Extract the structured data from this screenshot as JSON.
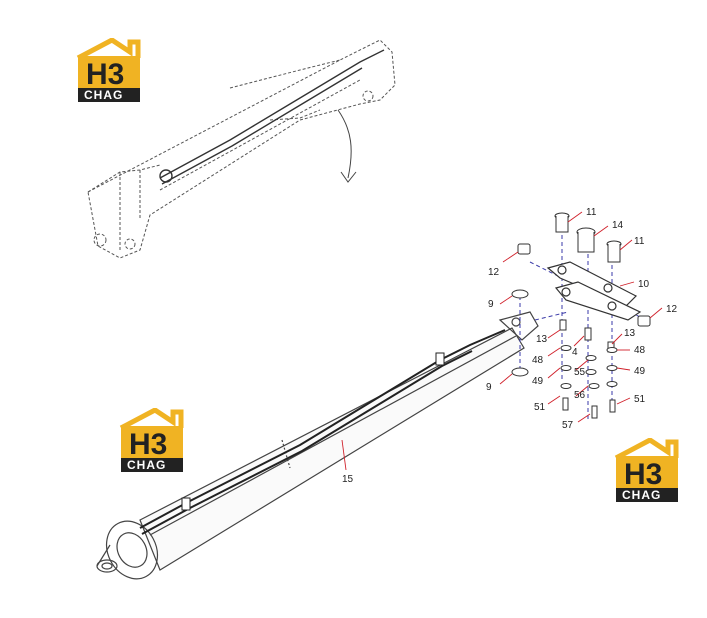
{
  "logo": {
    "monogram": "H3",
    "wordmark": "CHAG",
    "accent": "#f0b323",
    "dark": "#222222"
  },
  "callouts": {
    "c11a": "11",
    "c14": "14",
    "c11b": "11",
    "c12a": "12",
    "c10": "10",
    "c12b": "12",
    "c9a": "9",
    "c13a": "13",
    "c4": "4",
    "c13b": "13",
    "c48a": "48",
    "c48b": "48",
    "c55": "55",
    "c49a": "49",
    "c49b": "49",
    "c9b": "9",
    "c56": "56",
    "c51a": "51",
    "c51b": "51",
    "c57": "57",
    "c15": "15"
  },
  "colors": {
    "line": "#444444",
    "leader": "#d0202a",
    "axis": "#3a3aa8"
  }
}
